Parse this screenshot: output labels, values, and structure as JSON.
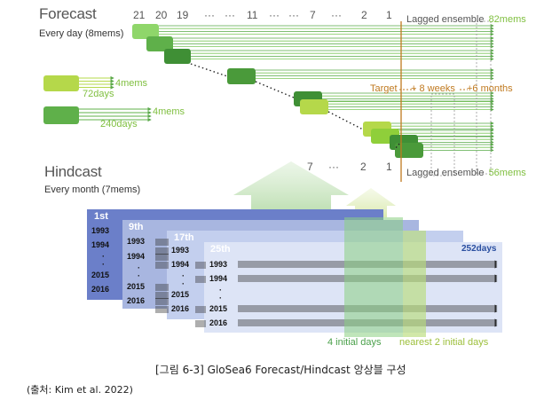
{
  "forecast": {
    "title": "Forecast",
    "subtitle": "Every day (8mems)",
    "day_numbers": [
      "21",
      "20",
      "19",
      "···",
      "···",
      "11",
      "···",
      "···",
      "7",
      "···",
      "2",
      "1"
    ],
    "lagged_prefix": "Lagged ensemble",
    "lagged_value": "82mems",
    "short_run_mems": "4mems",
    "short_run_days": "72days",
    "long_run_mems": "4mems",
    "long_run_days": "240days",
    "target_label": "Target",
    "lead_8w": "+ 8 weeks",
    "lead_6m": "+6 months"
  },
  "hindcast": {
    "title": "Hindcast",
    "subtitle": "Every month (7mems)",
    "day_numbers": [
      "7",
      "···",
      "2",
      "1"
    ],
    "lagged_prefix": "Lagged ensemble",
    "lagged_value": "56mems",
    "sheets": [
      {
        "title": "1st",
        "years": [
          "1993",
          "1994",
          "·",
          "·",
          "2015",
          "2016"
        ]
      },
      {
        "title": "9th",
        "years": [
          "1993",
          "1994",
          "·",
          "·",
          "2015",
          "2016"
        ]
      },
      {
        "title": "17th",
        "years": [
          "1993",
          "1994",
          "·",
          "·",
          "2015",
          "2016"
        ]
      },
      {
        "title": "25th",
        "years": [
          "1993",
          "1994",
          "·",
          "·",
          "2015",
          "2016"
        ]
      }
    ],
    "length_label": "252days",
    "initial_days_label": "4 initial days",
    "nearest_label": "nearest 2 initial days"
  },
  "caption": "[그림 6-3] GloSea6 Forecast/Hindcast 앙상블 구성",
  "source": "(출처: Kim et al. 2022)",
  "colors": {
    "green_light": "#8fd66a",
    "green_dark": "#4a9a3a",
    "green_lime": "#b5d84a",
    "orange": "#c07a20",
    "sheet_1": "#6b7fc9",
    "sheet_2": "#a8b6e0",
    "sheet_3": "#c3cfee",
    "sheet_4": "#dde4f6"
  }
}
